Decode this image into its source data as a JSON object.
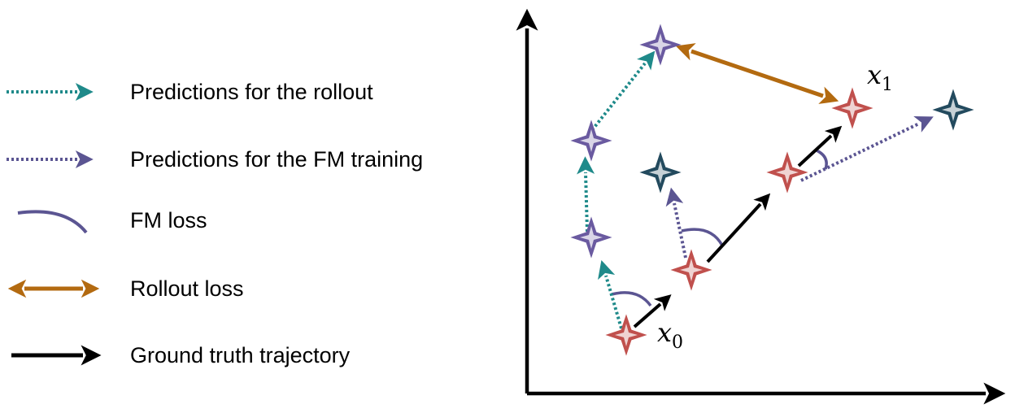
{
  "colors": {
    "teal": "#1f8a8a",
    "purple": "#5b5592",
    "orange": "#b36a10",
    "black": "#000000",
    "red_star": "#c0504d",
    "purple_star": "#6a5aa0",
    "navy_star": "#234a5e"
  },
  "legend": {
    "rollout_predictions": "Predictions for the rollout",
    "fm_training_predictions": "Predictions for the FM training",
    "fm_loss": "FM loss",
    "rollout_loss": "Rollout loss",
    "ground_truth": "Ground truth trajectory"
  },
  "labels": {
    "x0_base": "x",
    "x0_sub": "0",
    "x1_base": "x",
    "x1_sub": "1"
  },
  "icons": {
    "star": "four-point-star-icon",
    "arrowhead": "arrowhead-icon"
  }
}
